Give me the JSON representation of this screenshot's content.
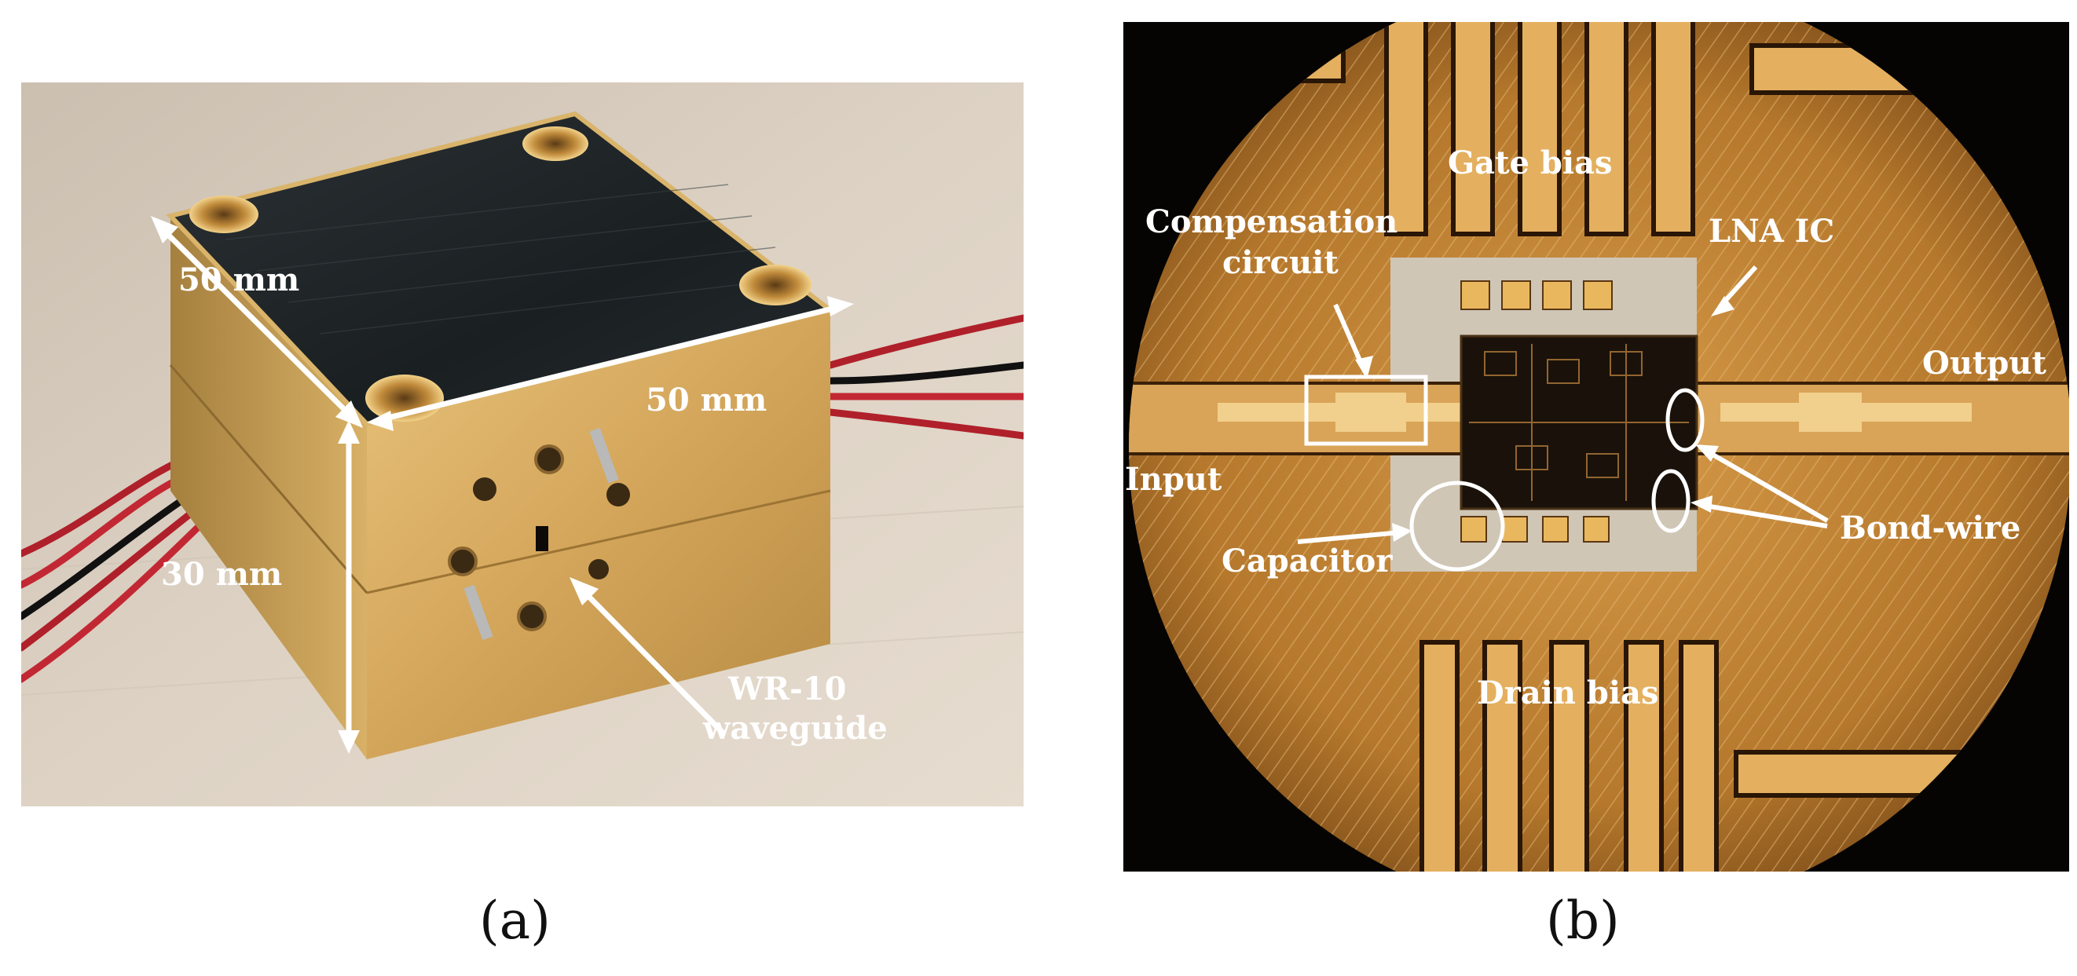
{
  "panel_a": {
    "dim_top_left": "50 mm",
    "dim_top_right": "50 mm",
    "dim_height": "30 mm",
    "waveguide_line1": "WR-10",
    "waveguide_line2": "waveguide",
    "caption": "(a)"
  },
  "panel_b": {
    "gate_bias": "Gate bias",
    "compensation_line1": "Compensation",
    "compensation_line2": "circuit",
    "lna_ic": "LNA IC",
    "output": "Output",
    "input": "Input",
    "capacitor": "Capacitor",
    "bond_wire": "Bond-wire",
    "drain_bias": "Drain bias",
    "caption": "(b)"
  },
  "colors": {
    "gold": "#c99a45",
    "anodized_black": "#1e2326",
    "substrate": "#b5782c",
    "label_white": "#ffffff"
  }
}
